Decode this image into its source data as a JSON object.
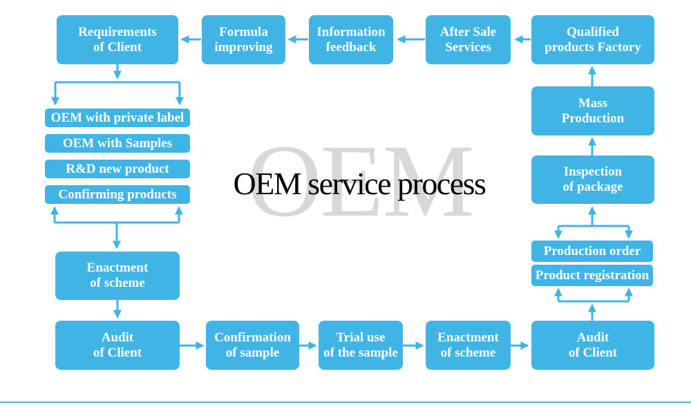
{
  "title": "OEM service process",
  "watermark": "OEM",
  "colors": {
    "box": "#40b4e5",
    "arrow": "#40b4e5",
    "node_text": "#ffffff",
    "title_text": "#000000",
    "watermark_text": "#d8d8d8",
    "footer_line": "#5db8cd",
    "background": "#ffffff"
  },
  "nodes": {
    "requirements_client": "Requirements\nof Client",
    "formula_improving": "Formula\nimproving",
    "information_feedback": "Information\nfeedback",
    "after_sale_services": "After Sale\nServices",
    "qualified_products_factory": "Qualified\nproducts Factory",
    "oem_private_label": "OEM with private label",
    "oem_with_samples": "OEM with Samples",
    "rd_new_product": "R&D new product",
    "confirming_products": "Confirming products",
    "enactment_scheme_left": "Enactment\nof scheme",
    "audit_client_left": "Audit\nof Client",
    "confirmation_sample": "Confirmation\nof sample",
    "trial_use_sample": "Trial use\nof the sample",
    "enactment_scheme_bottom": "Enactment\nof scheme",
    "audit_client_right": "Audit\nof Client",
    "product_registration": "Product registration",
    "production_order": "Production order",
    "inspection_package": "Inspection\nof package",
    "mass_production": "Mass\nProduction"
  }
}
